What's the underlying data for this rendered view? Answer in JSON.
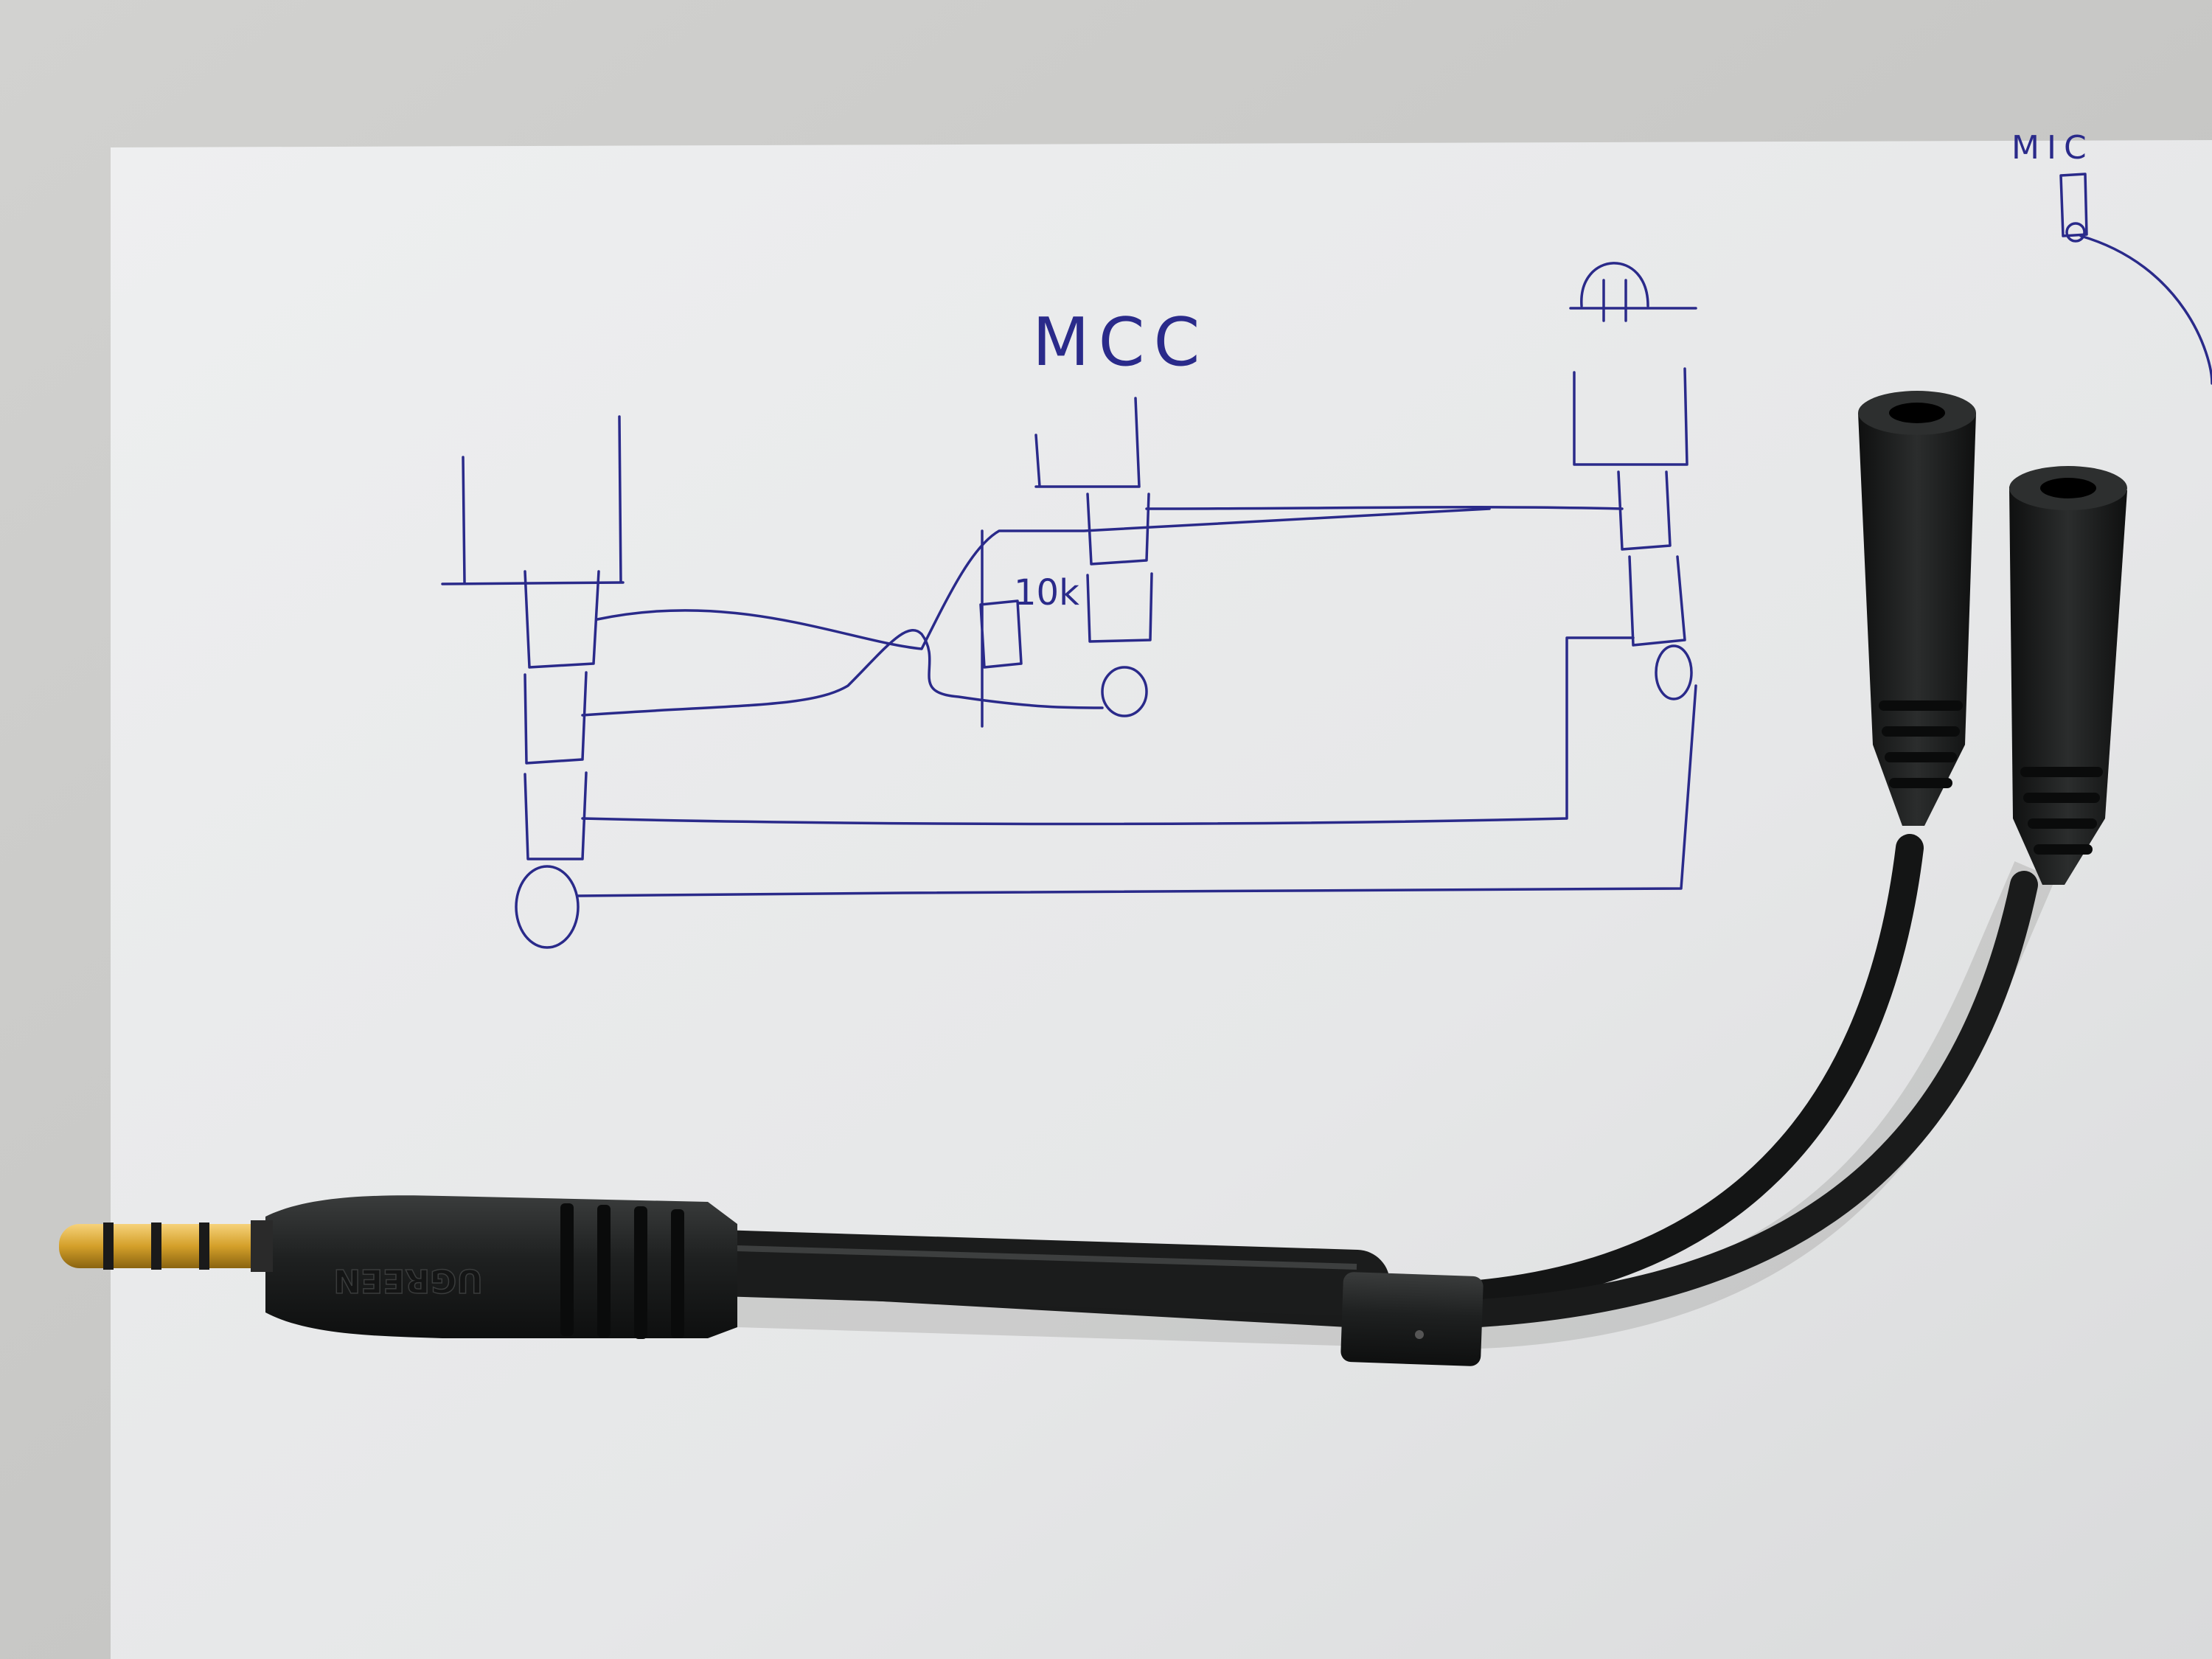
{
  "sketch": {
    "label_mic_center": "MCC",
    "label_resistor": "10k",
    "label_mic_corner": "MIC"
  },
  "cable": {
    "brand_text": "UGREEN"
  },
  "colors": {
    "paper": "#e8e9ea",
    "desk": "#c9c9c7",
    "ink": "#2a2a8a",
    "cable": "#1e2020",
    "gold": "#d4a02a"
  }
}
